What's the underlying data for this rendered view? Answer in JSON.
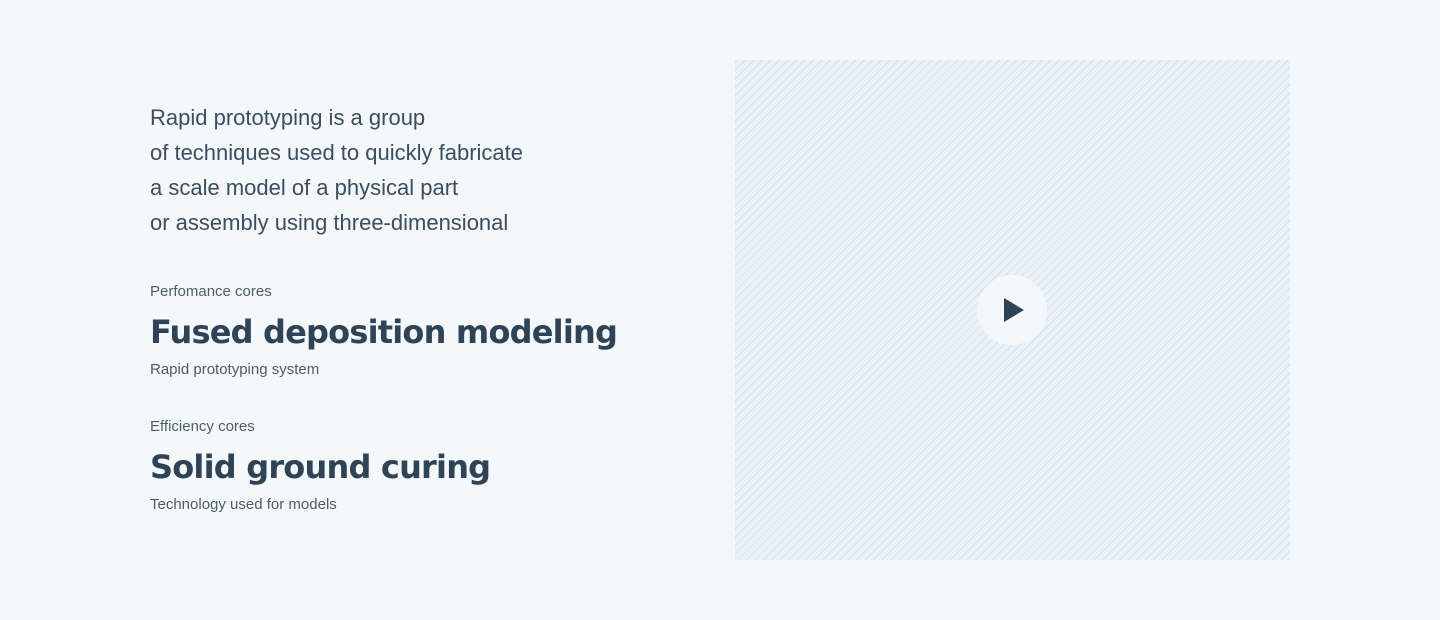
{
  "intro": {
    "lines": [
      "Rapid prototyping is a group",
      "of techniques used to quickly fabricate",
      "a scale model of a physical part",
      "or assembly using three-dimensional"
    ]
  },
  "features": [
    {
      "eyebrow": "Perfomance cores",
      "title": "Fused deposition modeling",
      "subtitle": "Rapid prototyping system"
    },
    {
      "eyebrow": "Efficiency cores",
      "title": "Solid ground curing",
      "subtitle": "Technology used for models"
    }
  ],
  "media": {
    "play_icon": "play-icon",
    "background_color": "#eaf1f7",
    "stripe_color": "#d4dee8",
    "icon_color": "#2f4356"
  }
}
